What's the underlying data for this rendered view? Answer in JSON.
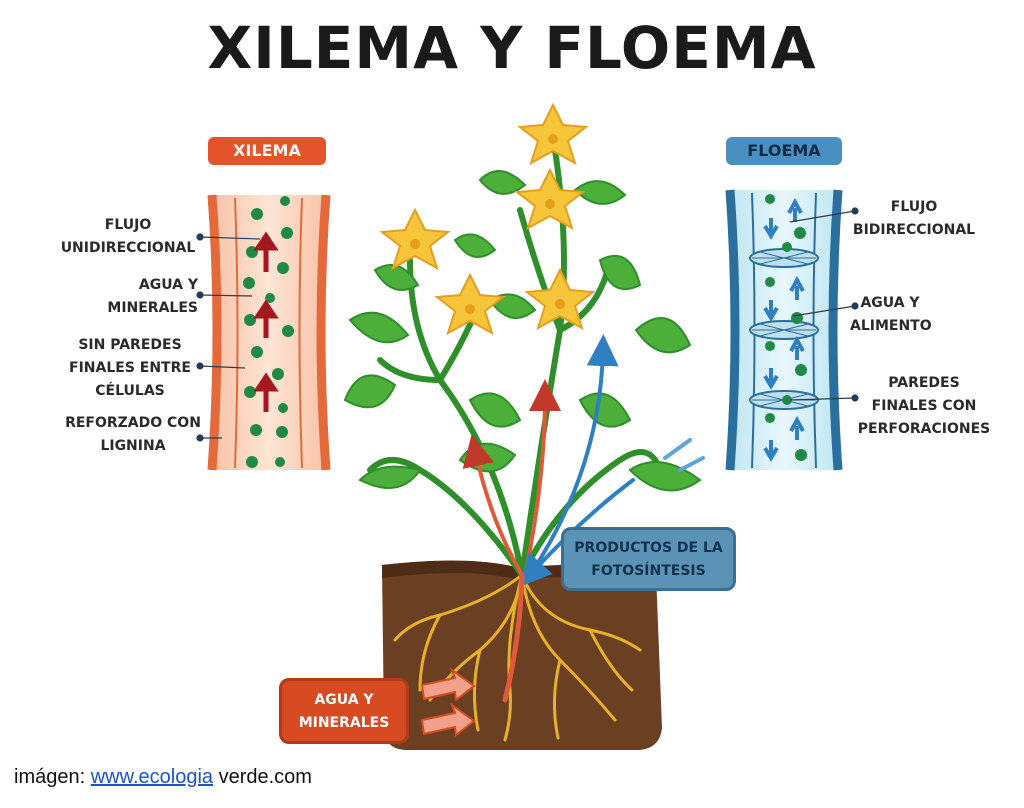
{
  "title": "XILEMA  Y FLOEMA",
  "xylem": {
    "pill": "XILEMA",
    "labels": [
      "FLUJO\nUNIDIRECCIONAL",
      "AGUA Y\nMINERALES",
      "SIN PAREDES\nFINALES ENTRE\nCÉLULAS",
      "REFORZADO CON\nLIGNINA"
    ]
  },
  "phloem": {
    "pill": "FLOEMA",
    "labels": [
      "FLUJO\nBIDIRECCIONAL",
      "AGUA Y\nALIMENTO",
      "PAREDES\nFINALES CON\nPERFORACIONES"
    ]
  },
  "plant": {
    "products_box": "PRODUCTOS DE LA\nFOTOSÍNTESIS",
    "water_box": "AGUA Y\nMINERALES"
  },
  "credit": {
    "prefix": "imágen: ",
    "link": "www.ecologia",
    "suffix": " verde.com"
  },
  "colors": {
    "xylem_accent": "#e4542c",
    "phloem_accent": "#4b8fc0",
    "soil": "#6b3f22",
    "leaf": "#4caf3a",
    "flower": "#f7c53a"
  }
}
